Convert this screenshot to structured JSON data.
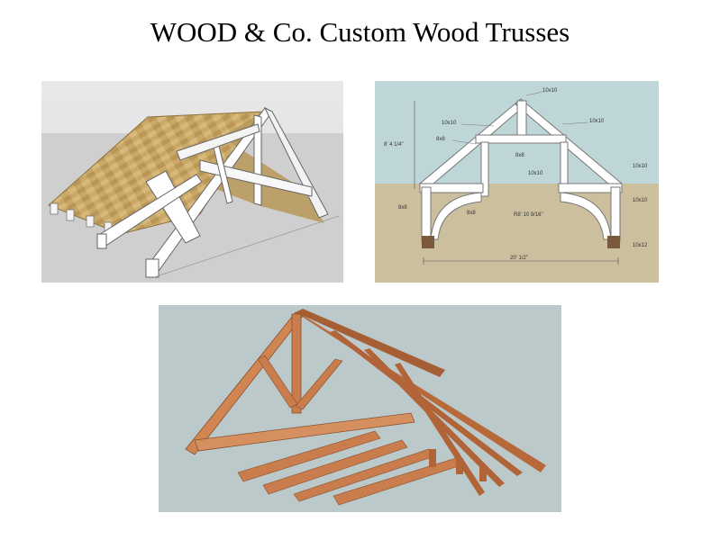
{
  "page": {
    "title": "WOOD & Co. Custom Wood Trusses"
  },
  "drawing": {
    "labels": {
      "height": "8' 4 1/4\"",
      "top_post": "10x10",
      "left_upper": "10x10",
      "right_upper": "10x10",
      "left_brace": "8x8",
      "king_brace": "8x8",
      "collar": "10x10",
      "right_post_top": "10x10",
      "right_post_mid": "10x10",
      "left_post": "8x8",
      "left_arch": "8x8",
      "radius": "R8' 10 9/16\"",
      "right_foot": "10x12",
      "span": "20' 1/2\""
    }
  },
  "colors": {
    "plywood": "#c9a868",
    "white_timber": "#ffffff",
    "cedar": "#c97c4c",
    "sky": "#bfd6d8",
    "ground": "#cbbf9e",
    "panel3_bg": "#bcc9cb"
  }
}
